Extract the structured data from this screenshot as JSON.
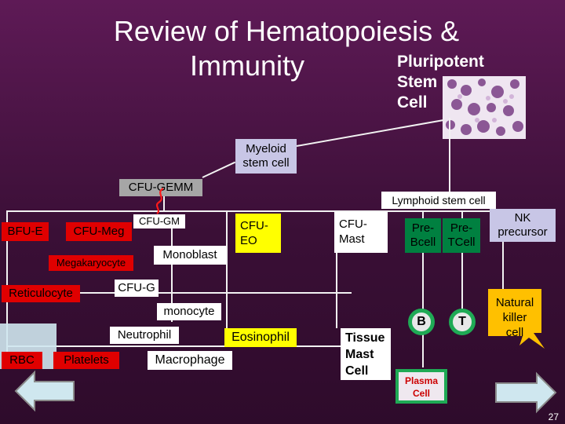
{
  "title": {
    "line1": "Review of Hematopoiesis &",
    "line2": "Immunity"
  },
  "stem": {
    "line1": "Pluripotent",
    "line2": "Stem",
    "line3": "Cell"
  },
  "nodes": {
    "myeloid": {
      "line1": "Myeloid",
      "line2": "stem cell"
    },
    "cfu_gemm": "CFU-GEMM",
    "lymphoid": "Lymphoid stem cell",
    "bfu_e": "BFU-E",
    "cfu_meg": "CFU-Meg",
    "cfu_gm": "CFU-GM",
    "cfu_eo": {
      "line1": "CFU-",
      "line2": "EO"
    },
    "cfu_mast": {
      "line1": "CFU-",
      "line2": "Mast"
    },
    "pre_bcell": {
      "line1": "Pre-",
      "line2": "Bcell"
    },
    "pre_tcell": {
      "line1": "Pre-",
      "line2": "TCell"
    },
    "nk_precursor": {
      "line1": "NK",
      "line2": "precursor"
    },
    "megakaryocyte": "Megakaryocyte",
    "monoblast": "Monoblast",
    "reticulocyte": "Reticulocyte",
    "cfu_g": "CFU-G",
    "monocyte": "monocyte",
    "neutrophil": "Neutrophil",
    "eosinophil": "Eosinophil",
    "rbc": "RBC",
    "platelets": "Platelets",
    "macrophage": "Macrophage",
    "tissue_mast": {
      "line1": "Tissue",
      "line2": "Mast",
      "line3": "Cell"
    },
    "b_cell": "B",
    "t_cell": "T",
    "plasma": {
      "line1": "Plasma",
      "line2": "Cell"
    },
    "nk_cell": {
      "line1": "Natural",
      "line2": "killer",
      "line3": "cell"
    }
  },
  "page_number": "27",
  "colors": {
    "background": "#4a1445",
    "lavender": "#c8c6e6",
    "grey": "#a6a6a6",
    "red": "#e00000",
    "yellow": "#ffff00",
    "green": "#008040"
  },
  "icons": {
    "prev": "arrow-left-icon",
    "next": "arrow-right-icon",
    "squiggle": "red-squiggle-icon"
  }
}
